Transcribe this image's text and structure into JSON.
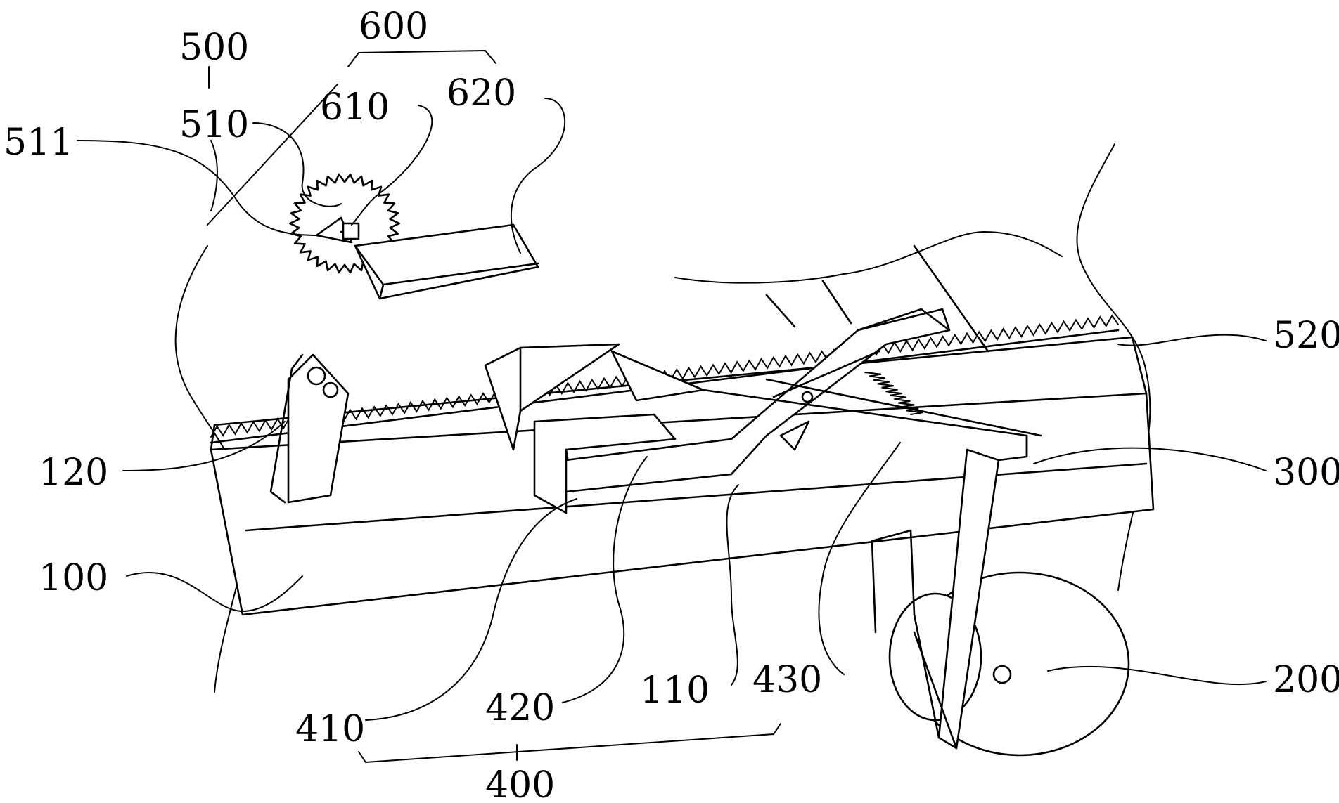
{
  "figure": {
    "labels": {
      "l100": "100",
      "l110": "110",
      "l120": "120",
      "l200": "200",
      "l300": "300",
      "l400": "400",
      "l410": "410",
      "l420": "420",
      "l430": "430",
      "l500": "500",
      "l510": "510",
      "l511": "511",
      "l520": "520",
      "l600": "600",
      "l610": "610",
      "l620": "620"
    }
  }
}
